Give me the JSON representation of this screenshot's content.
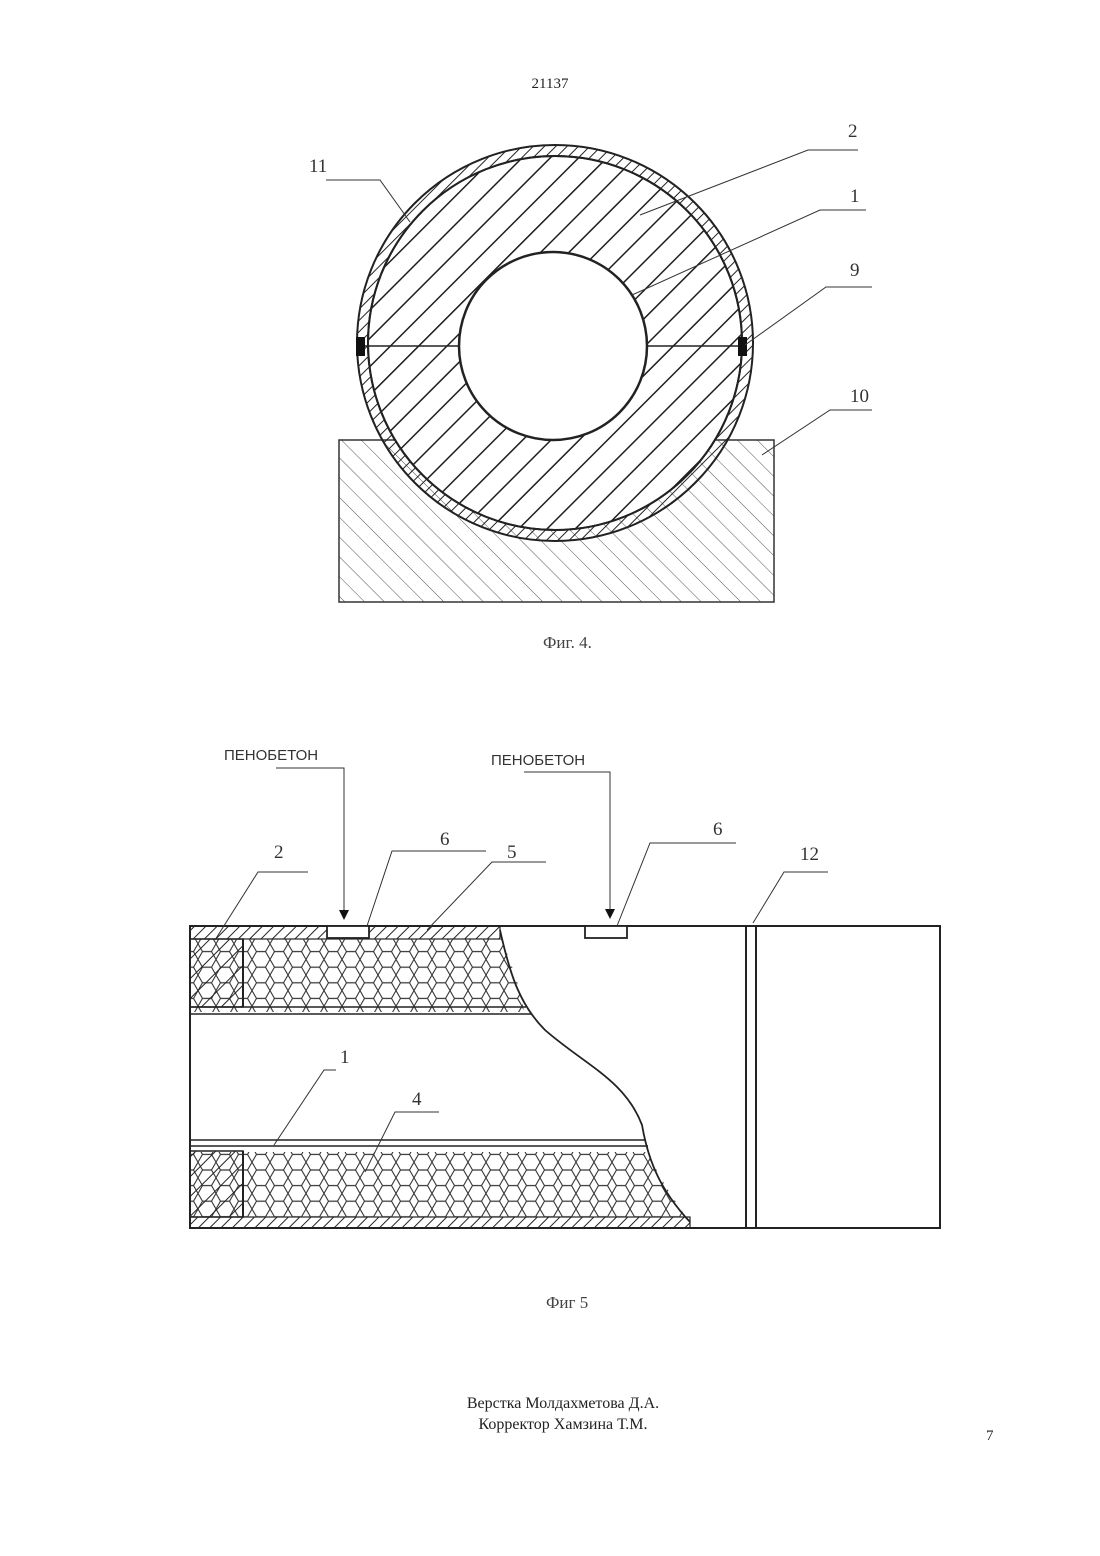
{
  "header": {
    "document_number": "21137"
  },
  "figure4": {
    "caption": "Фиг. 4.",
    "labels": {
      "l11": "11",
      "l2": "2",
      "l1": "1",
      "l9": "9",
      "l10": "10"
    }
  },
  "figure5": {
    "caption": "Фиг 5",
    "labels": {
      "foam_left": "ПЕНОБЕТОН",
      "foam_right": "ПЕНОБЕТОН",
      "l2": "2",
      "l6a": "6",
      "l5": "5",
      "l6b": "6",
      "l12": "12",
      "l1": "1",
      "l4": "4"
    }
  },
  "footer": {
    "layout_credit": "Верстка Молдахметова Д.А.",
    "proof_credit": "Корректор Хамзина Т.М.",
    "page_number": "7"
  }
}
